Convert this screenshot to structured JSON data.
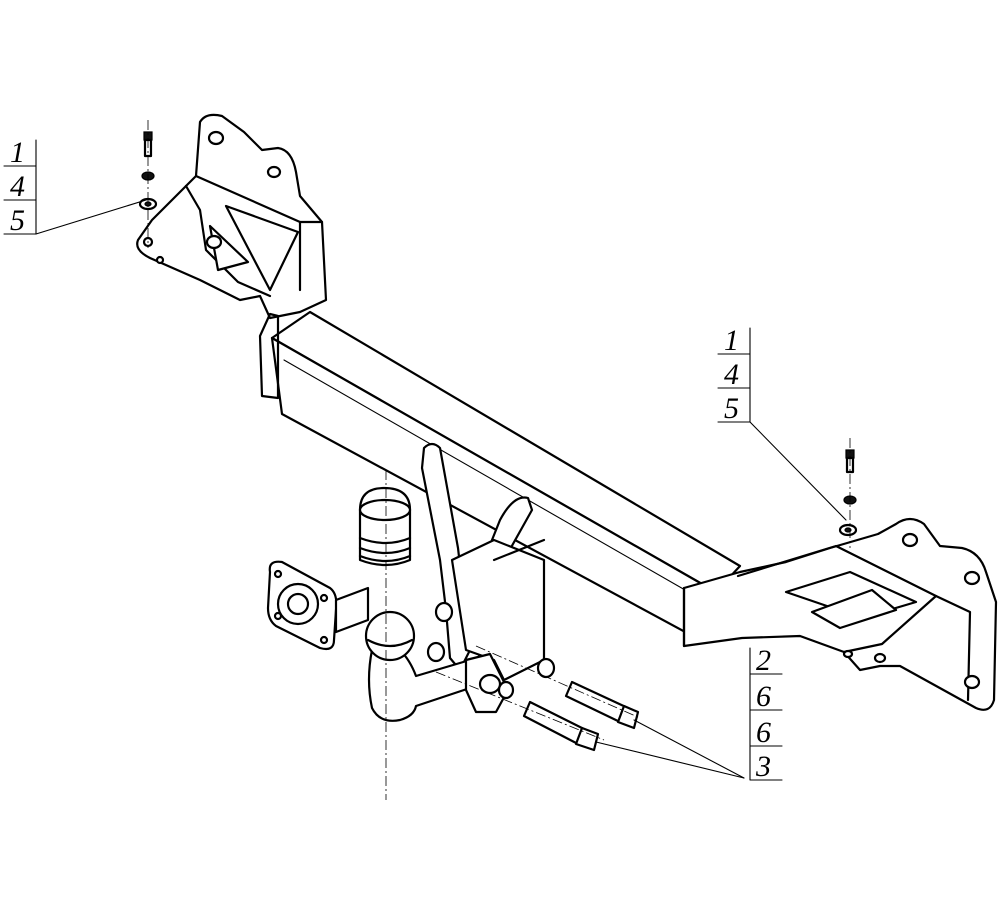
{
  "callouts": [
    {
      "id": "callout-left",
      "labels": [
        "1",
        "4",
        "5"
      ]
    },
    {
      "id": "callout-right",
      "labels": [
        "1",
        "4",
        "5"
      ]
    },
    {
      "id": "callout-bottom",
      "labels": [
        "2",
        "6",
        "6",
        "3"
      ]
    }
  ]
}
